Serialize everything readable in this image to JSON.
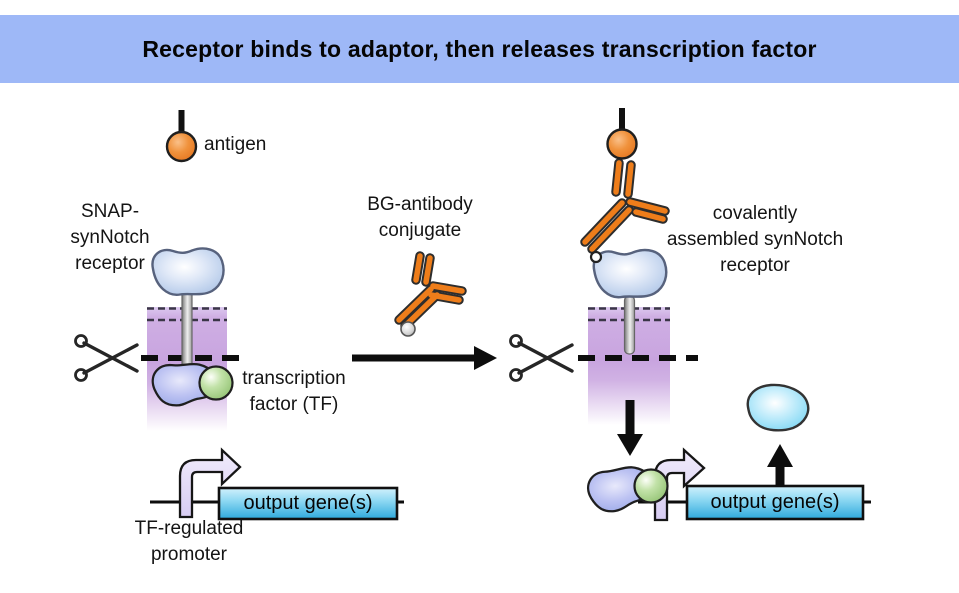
{
  "header": {
    "title": "Receptor binds to adaptor, then releases transcription factor"
  },
  "labels": {
    "antigen": "antigen",
    "snap_receptor": "SNAP-\nsynNotch\nreceptor",
    "bg_conjugate": "BG-antibody\nconjugate",
    "covalent_receptor": "covalently\nassembled synNotch\nreceptor",
    "transcription_factor": "transcription\nfactor (TF)",
    "tf_promoter": "TF-regulated\npromoter",
    "output_gene_left": "output gene(s)",
    "output_gene_right": "output gene(s)"
  },
  "icons": {
    "antigen_icon": "orange ball on stick",
    "scissors_icon": "open scissors (cleavage)",
    "antibody_icon": "orange Y antibody",
    "bg_group_icon": "silver BG ball",
    "link_ring_icon": "small covalent link ring",
    "promoter_arrow_icon": "bent transcription-start arrow",
    "arrow_right_icon": "reaction arrow",
    "arrow_down_icon": "TF release arrow",
    "arrow_up_icon": "expression arrow"
  },
  "colors": {
    "title_bar_bg": "#9eb8f7",
    "antigen_orange": "#ee7d1a",
    "antibody_orange": "#ee7d1a",
    "membrane_purple": "#c9a5e0",
    "receptor_blue": "#b7cbe9",
    "tf_blue": "#8e9fe4",
    "tf_green": "#8fc06f",
    "gene_box_cyan": "#2ea9dc",
    "promoter_lavender": "#d7ccf2",
    "output_protein_cyan": "#6fd2f2",
    "arrow_black": "#111111"
  }
}
